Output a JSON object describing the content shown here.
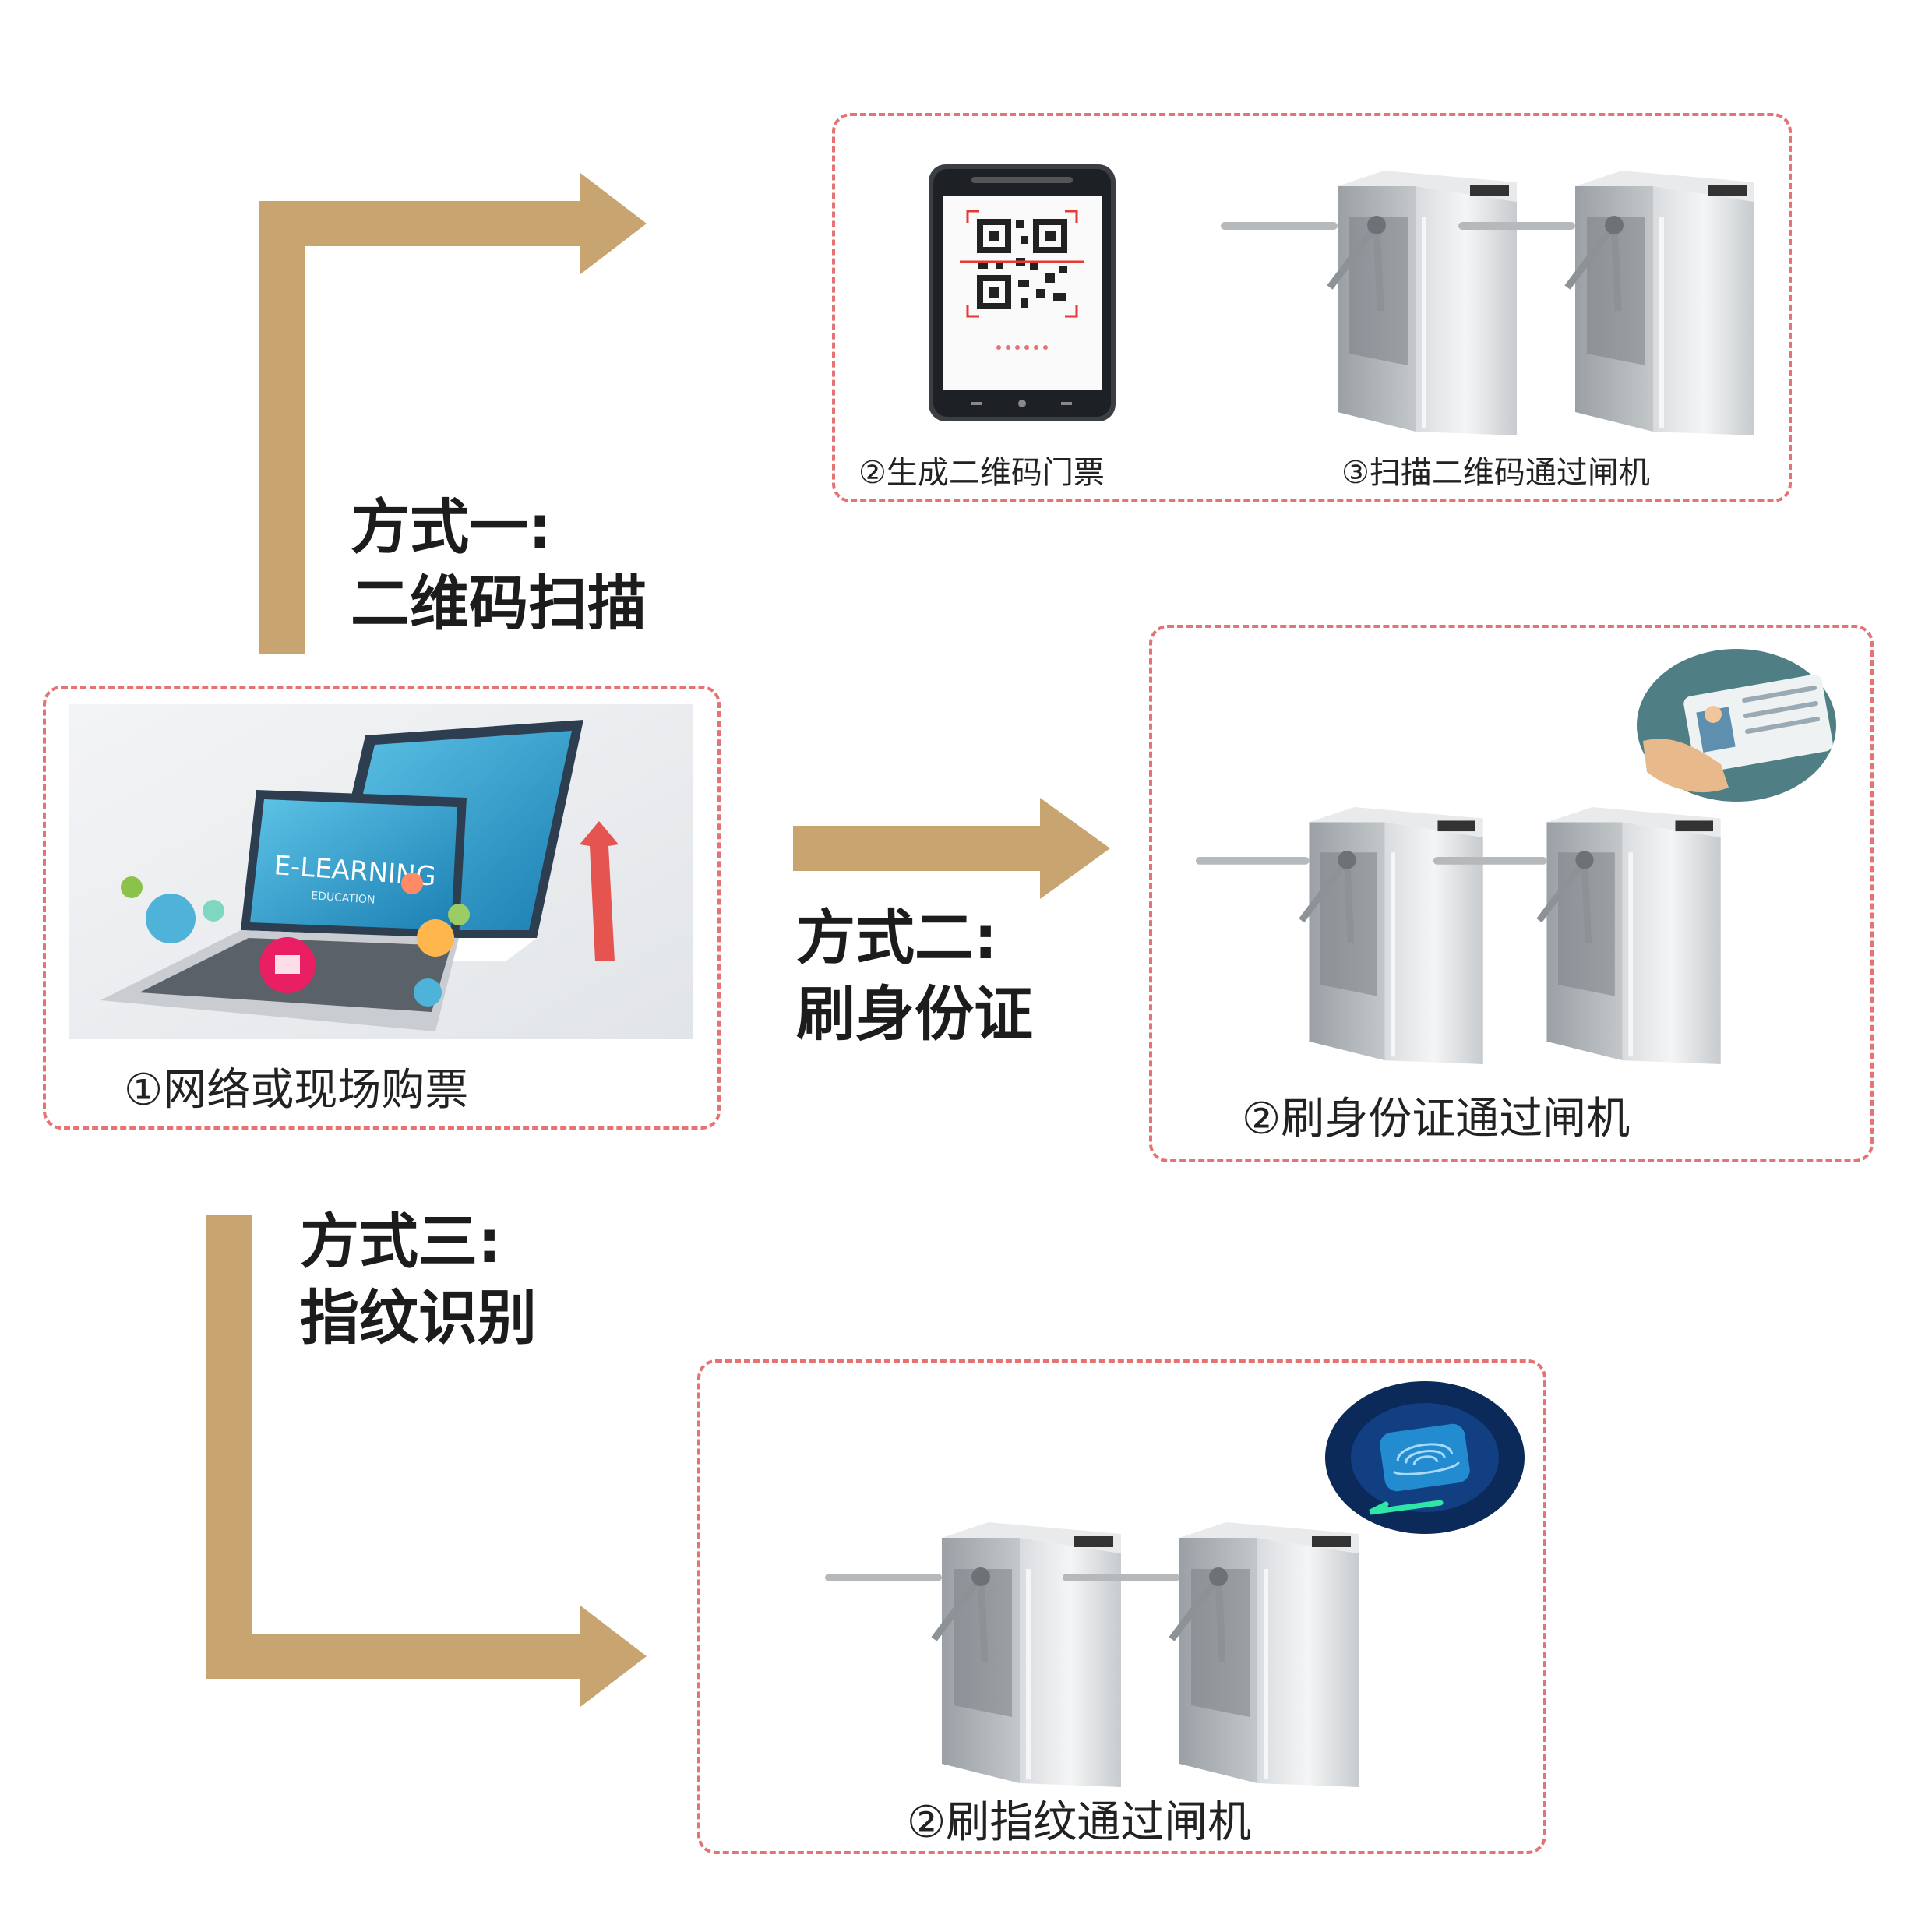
{
  "colors": {
    "arrow": "#c8a570",
    "dashed_border": "#e57373",
    "text": "#1c1c1c"
  },
  "purchase": {
    "caption": "①网络或现场购票",
    "screen_text": "E-LEARNING",
    "screen_subtext": "EDUCATION"
  },
  "method1": {
    "title_line1": "方式一:",
    "title_line2": "二维码扫描",
    "step_generate": "②生成二维码门票",
    "step_scan": "③扫描二维码通过闸机"
  },
  "method2": {
    "title_line1": "方式二:",
    "title_line2": "刷身份证",
    "step": "②刷身份证通过闸机"
  },
  "method3": {
    "title_line1": "方式三:",
    "title_line2": "指纹识别",
    "step": "②刷指纹通过闸机"
  },
  "icons": {
    "phone": "phone-qr-icon",
    "turnstile": "tripod-turnstile-icon",
    "id_card": "id-card-icon",
    "fingerprint": "fingerprint-icon",
    "laptop": "laptop-icon"
  }
}
